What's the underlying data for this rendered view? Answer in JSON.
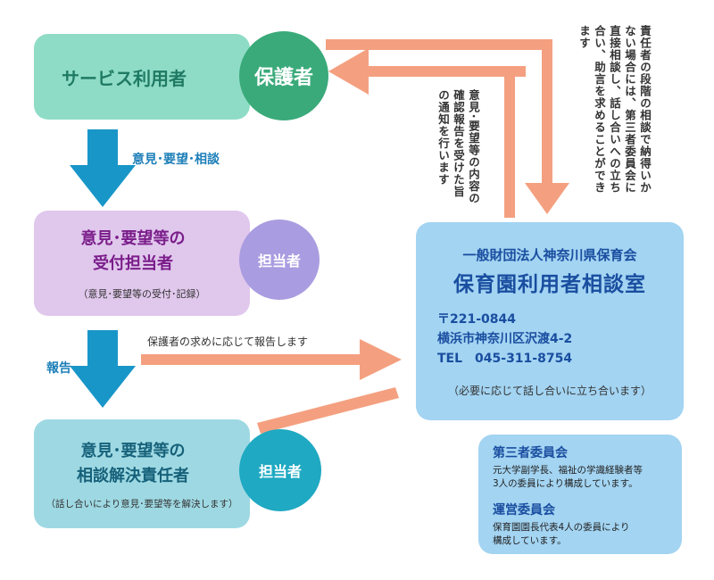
{
  "user_box": {
    "label": "サービス利用者"
  },
  "guardian_circle": {
    "label": "保護者"
  },
  "arrow1_label": "意見･要望･相談",
  "reception_box": {
    "title_line1": "意見･要望等の",
    "title_line2": "受付担当者",
    "sub": "（意見･要望等の受付･記録）"
  },
  "staff_circle_1": {
    "label": "担当者"
  },
  "arrow2_label": "報告",
  "report_arrow_label": "保護者の求めに応じて報告します",
  "resolution_box": {
    "title_line1": "意見･要望等の",
    "title_line2": "相談解決責任者",
    "sub": "（話し合いにより意見･要望等を解決します）"
  },
  "staff_circle_2": {
    "label": "担当者"
  },
  "vertical_note_1": "意見･要望等の内容の確認報告を受けた旨の通知を行います",
  "vertical_note_2": "責任者の段階の相談で納得いかない場合には、第三者委員会に直接相談し、話し合いへの立ち合い、助言を求めることができます",
  "office": {
    "org": "一般財団法人神奈川県保育会",
    "name": "保育園利用者相談室",
    "postal": "〒221-0844",
    "address": "横浜市神奈川区沢渡4-2",
    "tel": "TEL　045-311-8754",
    "note": "（必要に応じて話し合いに立ち合います）"
  },
  "committees": {
    "third_party_title": "第三者委員会",
    "third_party_desc_1": "元大学副学長、福祉の学識経験者等",
    "third_party_desc_2": "3人の委員により構成しています。",
    "management_title": "運営委員会",
    "management_desc_1": "保育園園長代表4人の委員により",
    "management_desc_2": "構成しています。"
  },
  "colors": {
    "mint": "#8fdcc6",
    "green_circle": "#3aaa7a",
    "purple_box": "#e0c7ec",
    "purple_text": "#7a1d8a",
    "lavender_circle": "#a99ce0",
    "teal_box": "#9ed9e3",
    "teal_circle": "#1fa9c2",
    "blue_arrow": "#1996c8",
    "salmon_arrow": "#f4a080",
    "office_box": "#a3d4f2",
    "office_text": "#1a4ea0"
  }
}
